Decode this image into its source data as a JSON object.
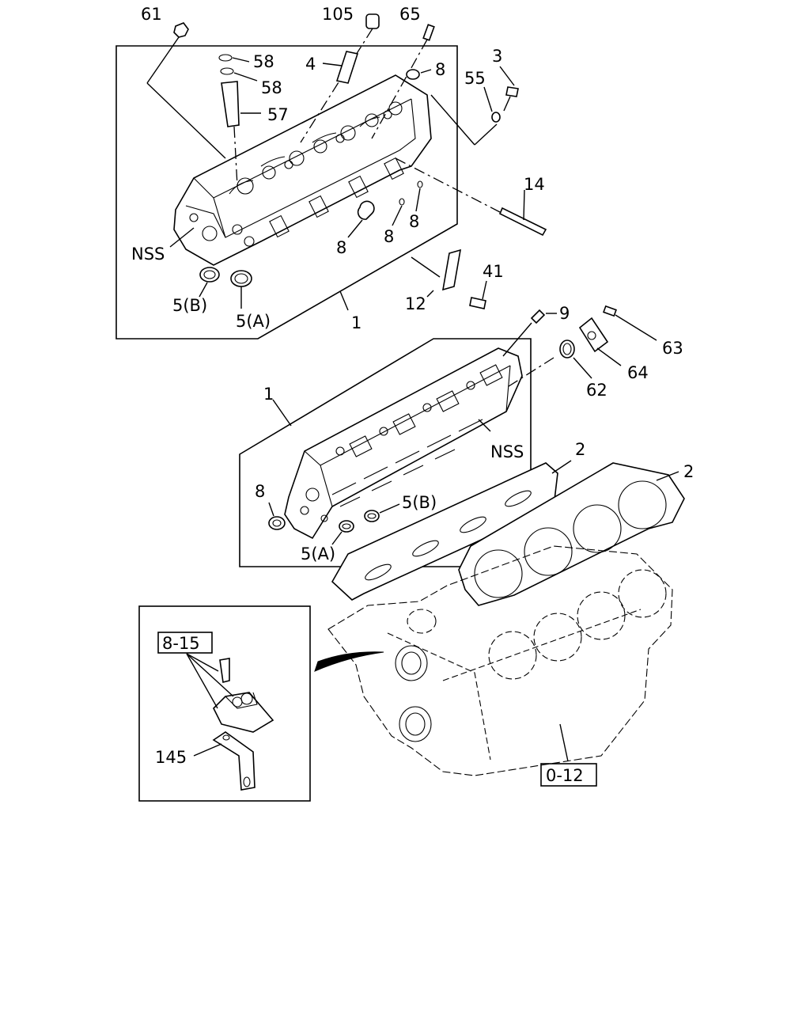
{
  "labels": {
    "l61": "61",
    "l105": "105",
    "l65": "65",
    "l58a": "58",
    "l58b": "58",
    "l4": "4",
    "l8a": "8",
    "l3": "3",
    "l55": "55",
    "l57": "57",
    "l14": "14",
    "l8b": "8",
    "l8c": "8",
    "l8d": "8",
    "lnss1": "NSS",
    "l41": "41",
    "l12": "12",
    "l5b1": "5(B)",
    "l5a1": "5(A)",
    "l1a": "1",
    "l9": "9",
    "l63": "63",
    "l64": "64",
    "l62": "62",
    "l1b": "1",
    "lnss2": "NSS",
    "l2a": "2",
    "l2b": "2",
    "l8e": "8",
    "l5b2": "5(B)",
    "l5a2": "5(A)",
    "ref815": "8-15",
    "l145": "145",
    "ref012": "0-12"
  }
}
